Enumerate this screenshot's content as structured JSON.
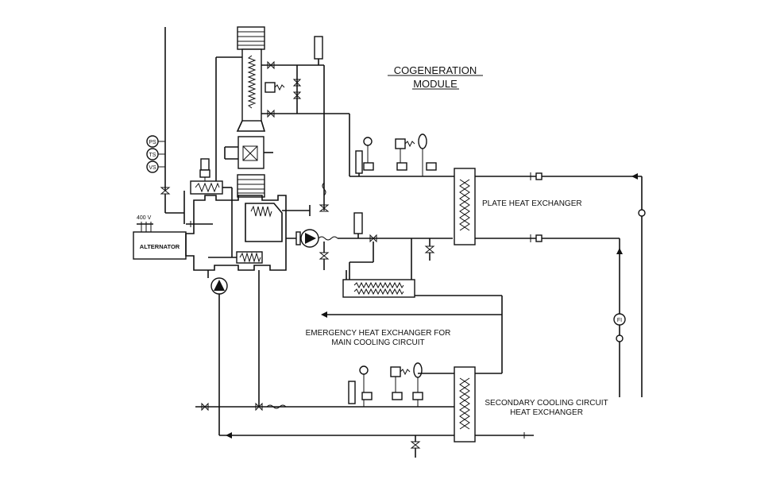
{
  "title": {
    "line1": "COGENERATION",
    "line2": "MODULE"
  },
  "labels": {
    "plate_hx": "PLATE HEAT EXCHANGER",
    "emergency_hx_line1": "EMERGENCY HEAT EXCHANGER FOR",
    "emergency_hx_line2": "MAIN COOLING CIRCUIT",
    "secondary_hx_line1": "SECONDARY COOLING CIRCUIT",
    "secondary_hx_line2": "HEAT EXCHANGER",
    "alternator": "ALTERNATOR",
    "voltage": "400 V"
  },
  "instruments": {
    "ps": "PS",
    "ts": "TS",
    "vs": "VS",
    "fi": "FI"
  }
}
